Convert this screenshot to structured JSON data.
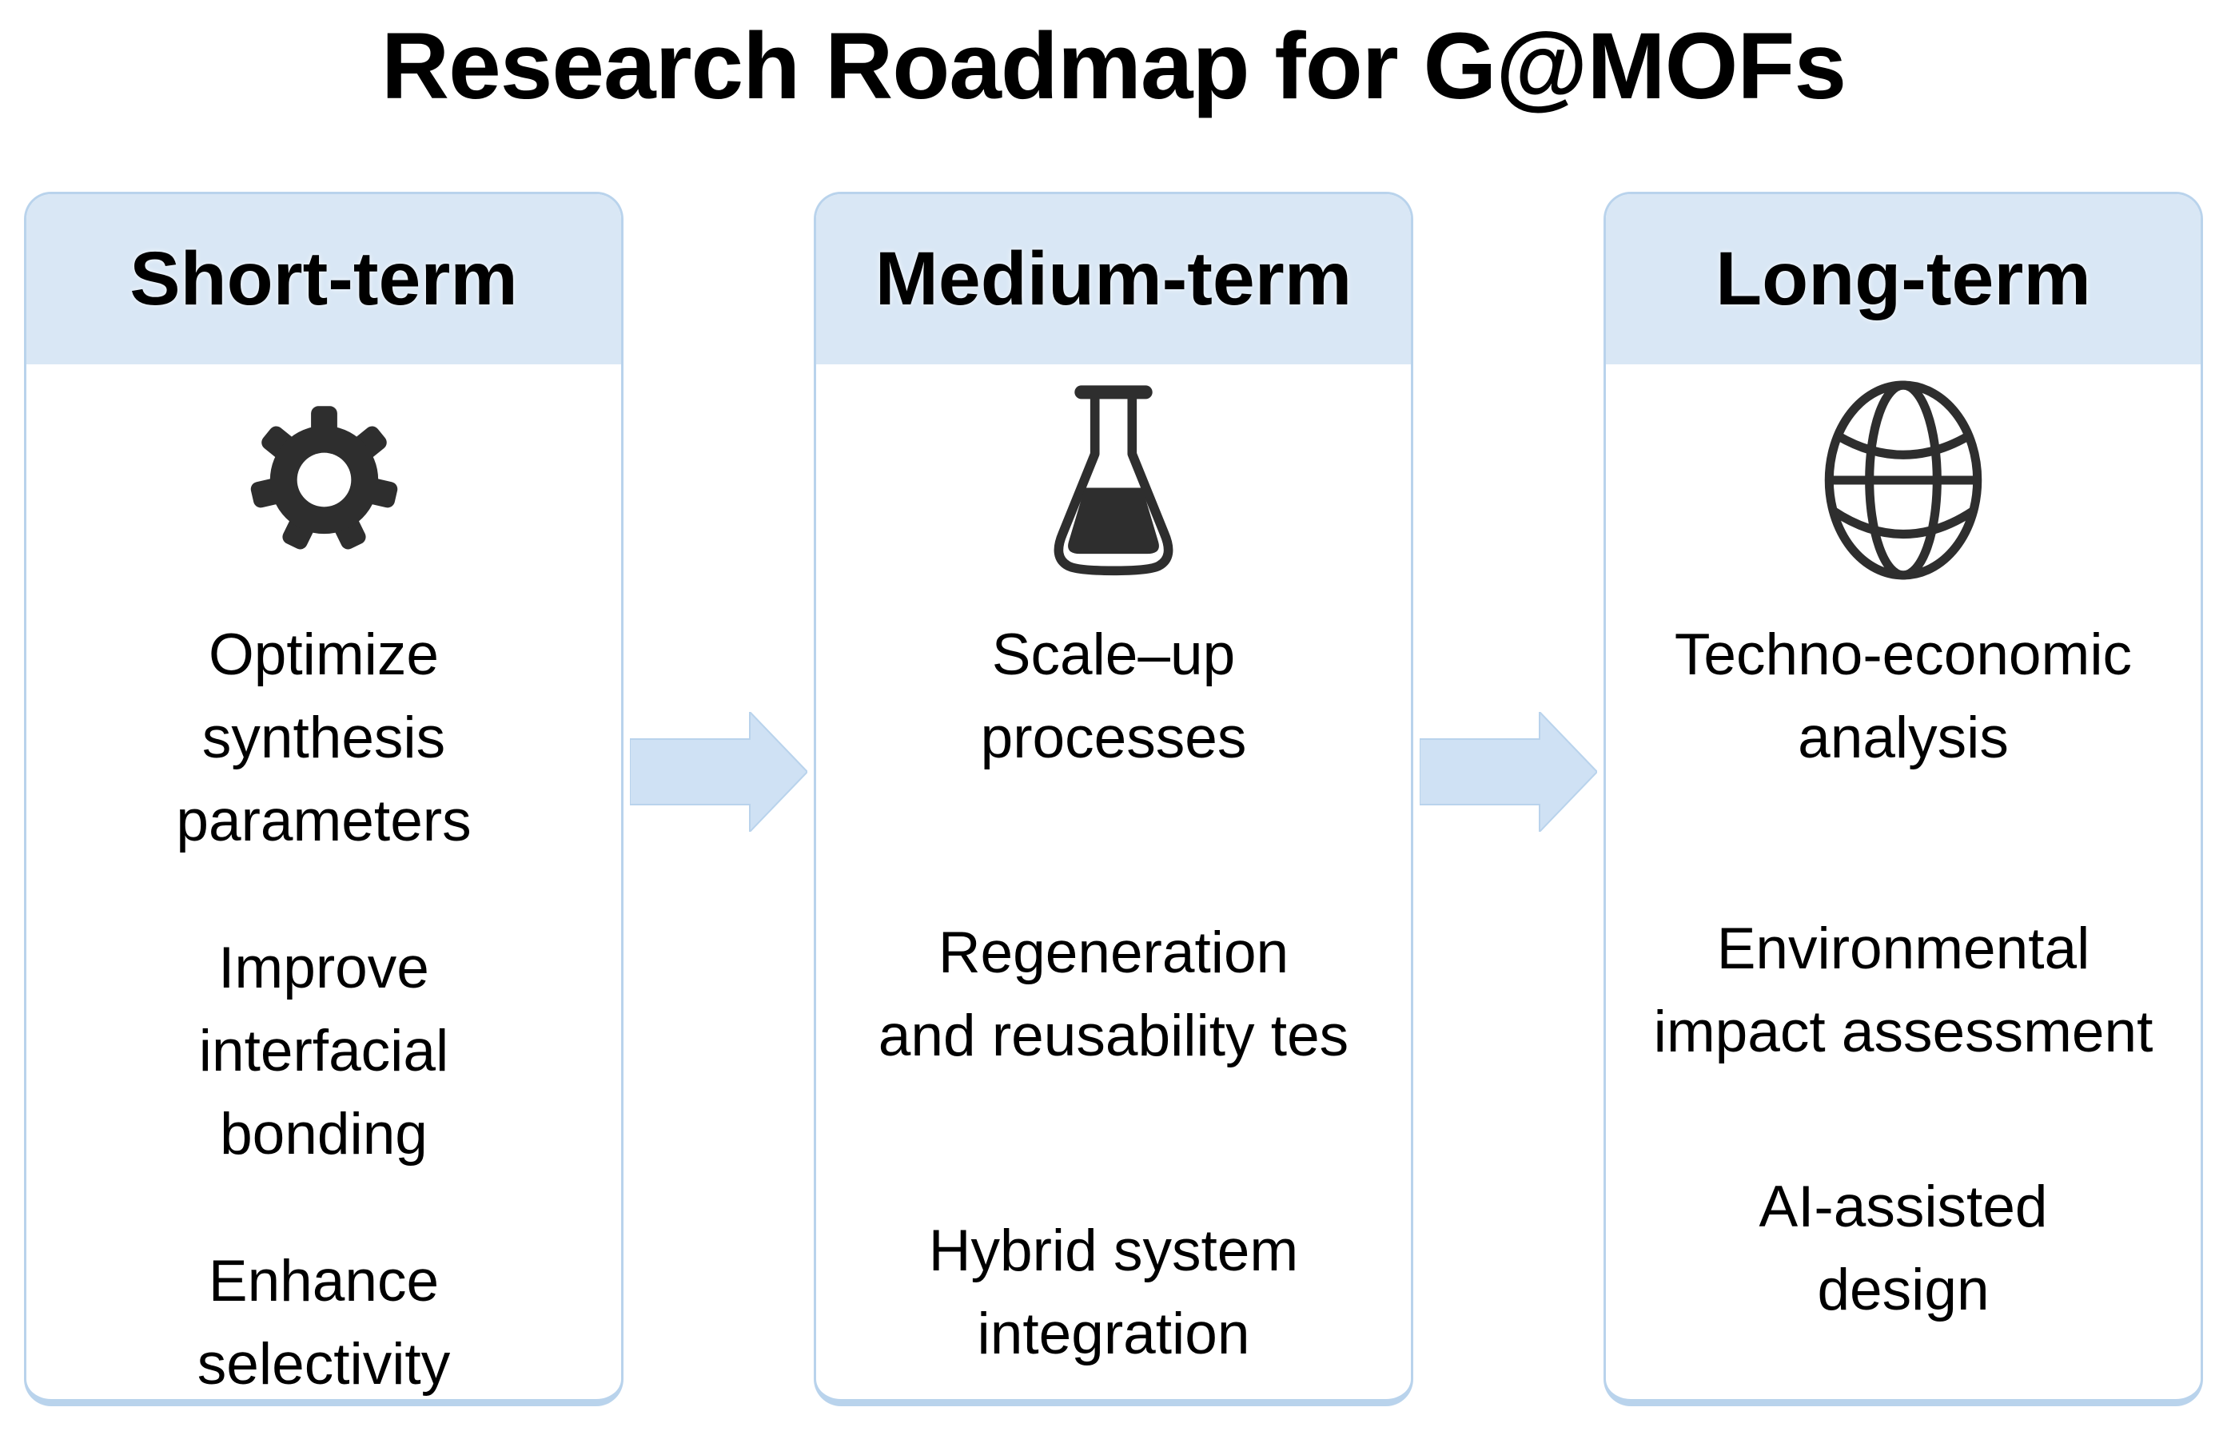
{
  "title": "Research Roadmap for G@MOFs",
  "columns": [
    {
      "header": "Short-term",
      "icon": "gear-icon",
      "items": [
        "Optimize\nsynthesis\nparameters",
        "Improve\ninterfacial\nbonding",
        "Enhance\nselectivity"
      ]
    },
    {
      "header": "Medium-term",
      "icon": "flask-icon",
      "items": [
        "Scale–up\nprocesses",
        "Regeneration\nand reusability tes",
        "Hybrid system\nintegration"
      ]
    },
    {
      "header": "Long-term",
      "icon": "globe-icon",
      "items": [
        "Techno-economic\nanalysis",
        "Environmental\nimpact assessment",
        "AI-assisted\ndesign"
      ]
    }
  ],
  "arrows": [
    "right-arrow-icon",
    "right-arrow-icon"
  ],
  "colors": {
    "header_bg": "#d9e7f5",
    "border": "#b9d3ec",
    "arrow_fill": "#cfe1f4",
    "arrow_stroke": "#b9d3ec",
    "icon": "#2e2e2e",
    "text": "#000000"
  }
}
